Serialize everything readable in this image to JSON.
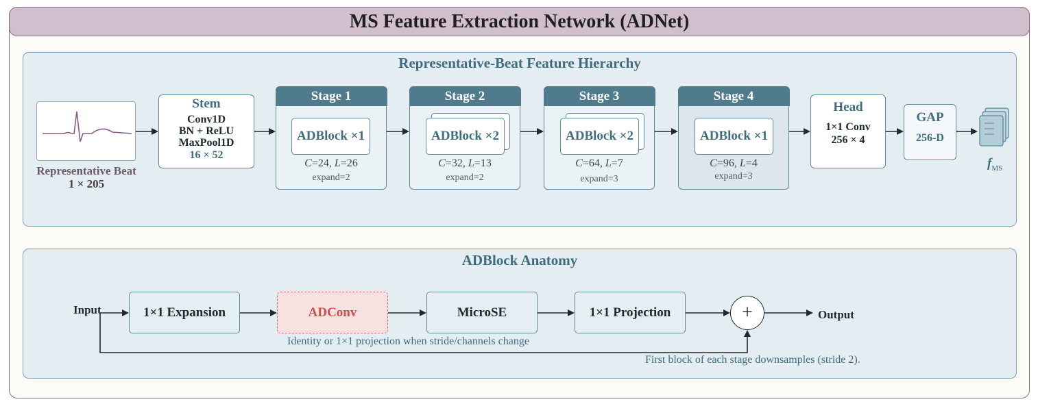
{
  "title": "MS Feature Extraction Network (ADNet)",
  "hierarchy": {
    "title": "Representative-Beat Feature Hierarchy",
    "input": {
      "label": "Representative Beat",
      "dims": "1 × 205"
    },
    "stem": {
      "title": "Stem",
      "l1": "Conv1D",
      "l2": "BN + ReLU",
      "l3": "MaxPool1D",
      "dims": "16 × 52"
    },
    "stages": [
      {
        "title": "Stage 1",
        "block": "ADBlock ×1",
        "c": "24",
        "l": "26",
        "expand": "expand=2"
      },
      {
        "title": "Stage 2",
        "block": "ADBlock ×2",
        "c": "32",
        "l": "13",
        "expand": "expand=2"
      },
      {
        "title": "Stage 3",
        "block": "ADBlock ×2",
        "c": "64",
        "l": "7",
        "expand": "expand=3"
      },
      {
        "title": "Stage 4",
        "block": "ADBlock ×1",
        "c": "96",
        "l": "4",
        "expand": "expand=3"
      }
    ],
    "c_label": "C",
    "l_label": "L",
    "head": {
      "title": "Head",
      "l1": "1×1 Conv",
      "l2": "256 × 4"
    },
    "gap": {
      "title": "GAP",
      "dims": "256-D"
    },
    "output": {
      "f": "f",
      "sub": "MS"
    }
  },
  "anatomy": {
    "title": "ADBlock Anatomy",
    "input": "Input",
    "blocks": [
      "1×1 Expansion",
      "ADConv",
      "MicroSE",
      "1×1 Projection"
    ],
    "plus": "+",
    "output": "Output",
    "skip_note": "Identity or 1×1 projection when stride/channels change",
    "stride_note": "First block of each stage downsamples (stride 2)."
  },
  "colors": {
    "accent": "#4f7b8c",
    "title_bg": "#d1bfcd",
    "adconv": "#d24a4a",
    "ecg": "#8a5a86"
  }
}
